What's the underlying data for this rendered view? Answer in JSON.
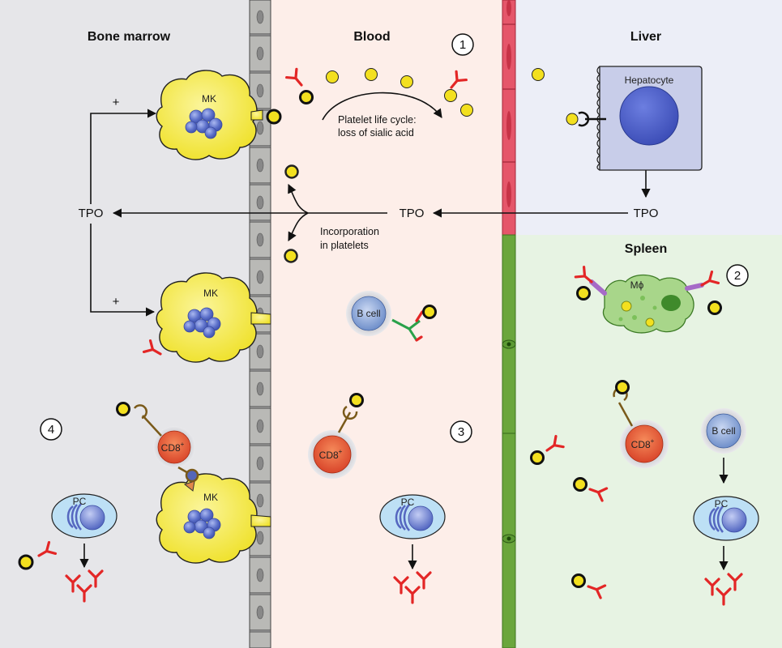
{
  "regions": {
    "bone_marrow": "Bone marrow",
    "blood": "Blood",
    "liver": "Liver",
    "spleen": "Spleen"
  },
  "markers": {
    "m1": "1",
    "m2": "2",
    "m3": "3",
    "m4": "4"
  },
  "labels": {
    "tpo_left": "TPO",
    "tpo_mid": "TPO",
    "tpo_right": "TPO",
    "plus_top": "+",
    "plus_bottom": "+",
    "platelet_cycle_line1": "Platelet life cycle:",
    "platelet_cycle_line2": "loss of sialic acid",
    "incorporation_line1": "Incorporation",
    "incorporation_line2": "in platelets",
    "hepatocyte": "Hepatocyte",
    "mk": "MK",
    "b_cell": "B cell",
    "cd8": "CD8",
    "cd8_sup": "+",
    "pc": "PC",
    "macrophage": "Mϕ"
  },
  "colors": {
    "bone_marrow_bg": "#e6e6e9",
    "blood_bg": "#fdeee9",
    "liver_bg": "#eceef7",
    "spleen_bg": "#e7f3e3",
    "megakaryocyte": "#f7ee3a",
    "nucleus": "#5b6fc9",
    "antibody": "#e32626",
    "platelet": "#f3e01f",
    "vessel_green": "#6aa63c",
    "vessel_red": "#e5566a"
  }
}
